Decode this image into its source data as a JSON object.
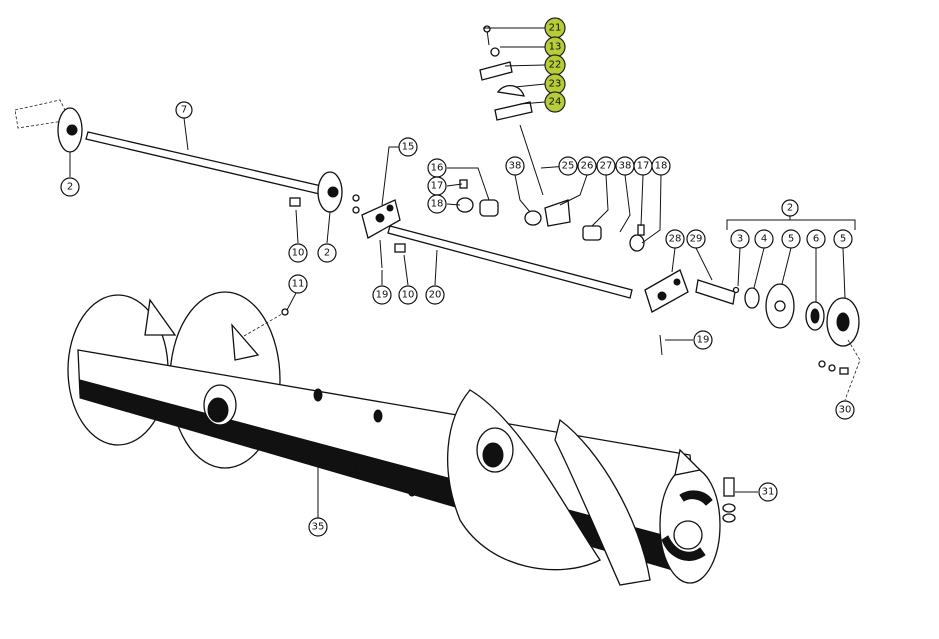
{
  "diagram": {
    "highlight_color": "#b7cc36",
    "callouts": {
      "c21": "21",
      "c13": "13",
      "c22": "22",
      "c23": "23",
      "c24": "24",
      "c7": "7",
      "c2a": "2",
      "c2b": "2",
      "c10a": "10",
      "c15": "15",
      "c16": "16",
      "c17a": "17",
      "c18a": "18",
      "c38a": "38",
      "c25": "25",
      "c26": "26",
      "c27": "27",
      "c38b": "38",
      "c17b": "17",
      "c18b": "18",
      "c19a": "19",
      "c10b": "10",
      "c20": "20",
      "c28": "28",
      "c29": "29",
      "c2c": "2",
      "c3": "3",
      "c4": "4",
      "c5a": "5",
      "c6": "6",
      "c5b": "5",
      "c11": "11",
      "c19b": "19",
      "c30": "30",
      "c31": "31",
      "c35": "35"
    }
  }
}
